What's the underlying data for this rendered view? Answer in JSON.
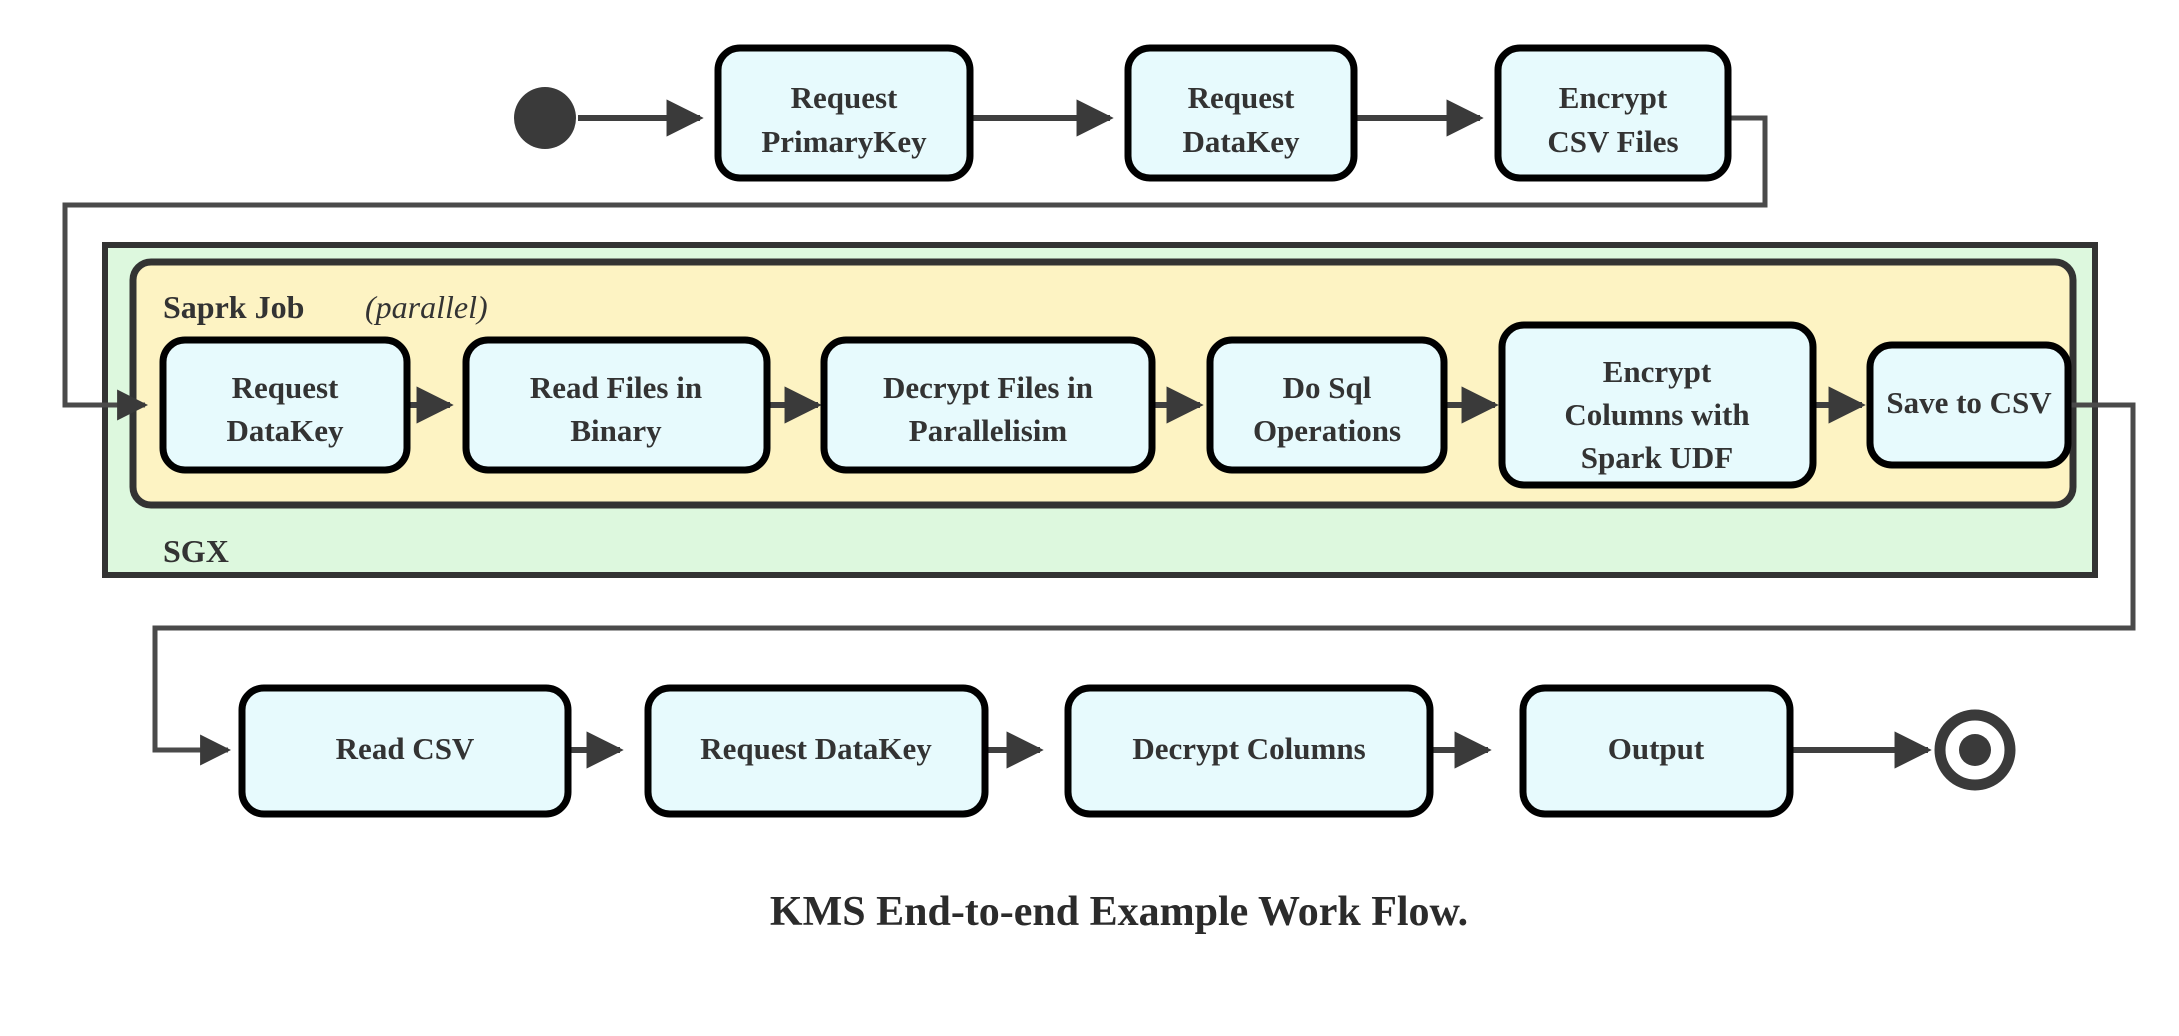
{
  "diagram": {
    "title": "KMS End-to-end Example Work Flow.",
    "colors": {
      "node_fill": "#e7fafd",
      "node_stroke": "#000000",
      "sgx_fill": "#ddf8de",
      "spark_fill": "#fdf3c3",
      "edge": "#3f3f3f",
      "text": "#333333"
    },
    "groups": {
      "sgx": {
        "label": "SGX"
      },
      "spark": {
        "label": "Saprk Job",
        "modifier": "(parallel)",
        "modifier_open": "(",
        "modifier_word": "parallel",
        "modifier_close": ")"
      }
    },
    "markers": {
      "start": "filled-circle-start-state",
      "end": "bullseye-end-state"
    },
    "rows": {
      "top": {
        "nodes": [
          {
            "id": "request-primarykey",
            "line1": "Request",
            "line2": "PrimaryKey"
          },
          {
            "id": "request-datakey-top",
            "line1": "Request",
            "line2": "DataKey"
          },
          {
            "id": "encrypt-csv-files",
            "line1": "Encrypt",
            "line2": "CSV Files"
          }
        ]
      },
      "spark": {
        "nodes": [
          {
            "id": "request-datakey-spark",
            "line1": "Request",
            "line2": "DataKey"
          },
          {
            "id": "read-files-in-binary",
            "line1": "Read Files in",
            "line2": "Binary"
          },
          {
            "id": "decrypt-files-in-parallelisim",
            "line1": "Decrypt Files in",
            "line2": "Parallelisim"
          },
          {
            "id": "do-sql-operations",
            "line1": "Do Sql",
            "line2": "Operations"
          },
          {
            "id": "encrypt-columns-with-spark-udf",
            "line1": "Encrypt",
            "line2": "Columns with",
            "line3": "Spark UDF"
          },
          {
            "id": "save-to-csv",
            "line1": "Save to CSV"
          }
        ]
      },
      "bottom": {
        "nodes": [
          {
            "id": "read-csv",
            "line1": "Read CSV"
          },
          {
            "id": "request-datakey-bottom",
            "line1": "Request DataKey"
          },
          {
            "id": "decrypt-columns",
            "line1": "Decrypt Columns"
          },
          {
            "id": "output",
            "line1": "Output"
          }
        ]
      }
    }
  }
}
